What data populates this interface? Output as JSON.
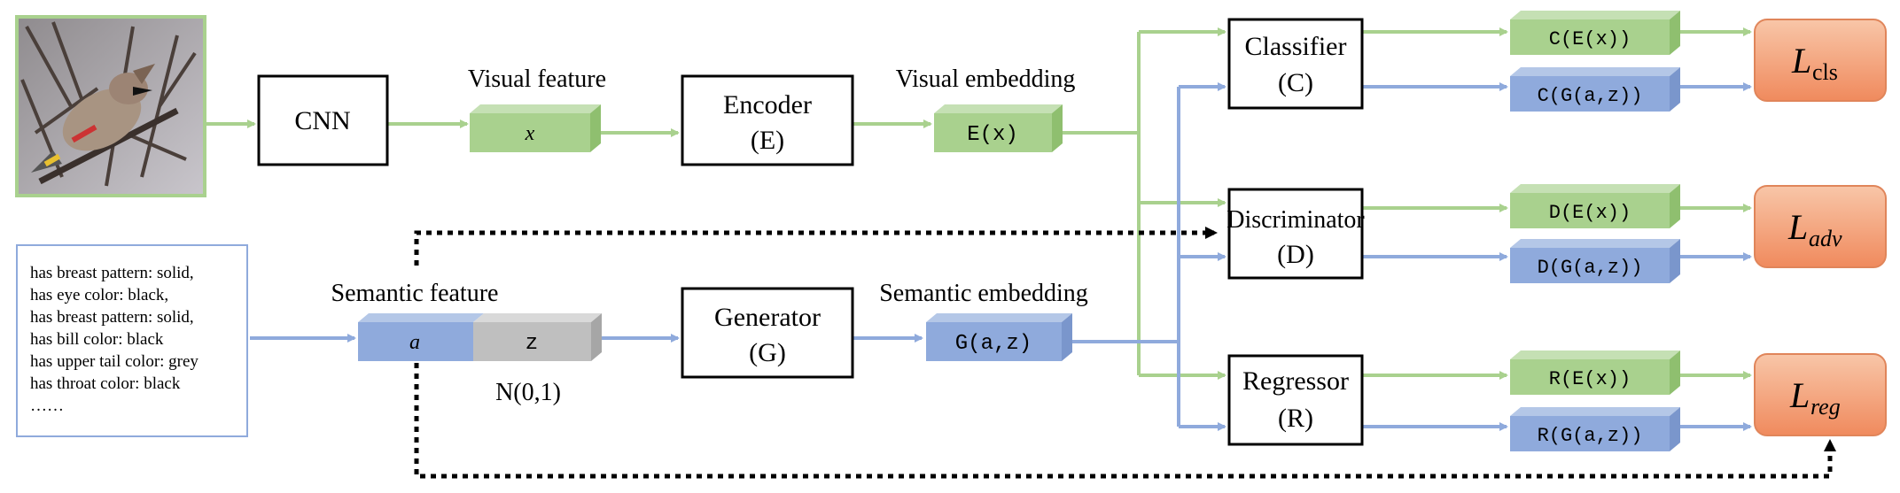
{
  "labels": {
    "cnn": "CNN",
    "visual_feature": "Visual feature",
    "x": "x",
    "encoder": "Encoder",
    "encoder_abbr": "(E)",
    "visual_embedding": "Visual embedding",
    "ex": "E(x)",
    "semantic_feature": "Semantic feature",
    "a": "a",
    "z": "z",
    "noise": "N(0,1)",
    "generator": "Generator",
    "generator_abbr": "(G)",
    "semantic_embedding": "Semantic embedding",
    "gaz": "G(a,z)",
    "classifier": "Classifier",
    "classifier_abbr": "(C)",
    "discriminator": "Discriminator",
    "discriminator_abbr": "(D)",
    "regressor": "Regressor",
    "regressor_abbr": "(R)",
    "c_ex": "C(E(x))",
    "c_gaz": "C(G(a,z))",
    "d_ex": "D(E(x))",
    "d_gaz": "D(G(a,z))",
    "r_ex": "R(E(x))",
    "r_gaz": "R(G(a,z))",
    "l_cls_main": "L",
    "l_cls_sub": "cls",
    "l_adv_main": "L",
    "l_adv_sub": "adv",
    "l_reg_main": "L",
    "l_reg_sub": "reg"
  },
  "attributes": [
    "has breast pattern: solid,",
    "has eye color: black,",
    "has breast pattern: solid,",
    "has bill color: black",
    "has upper tail color: grey",
    "has throat color: black",
    "……"
  ],
  "colors": {
    "green_arrow": "#a9d18e",
    "blue_arrow": "#8faadc",
    "green_block": "#a9d18e",
    "blue_block": "#8faadc",
    "gray_block": "#bfbfbf",
    "loss_fill": "#f4a582"
  }
}
